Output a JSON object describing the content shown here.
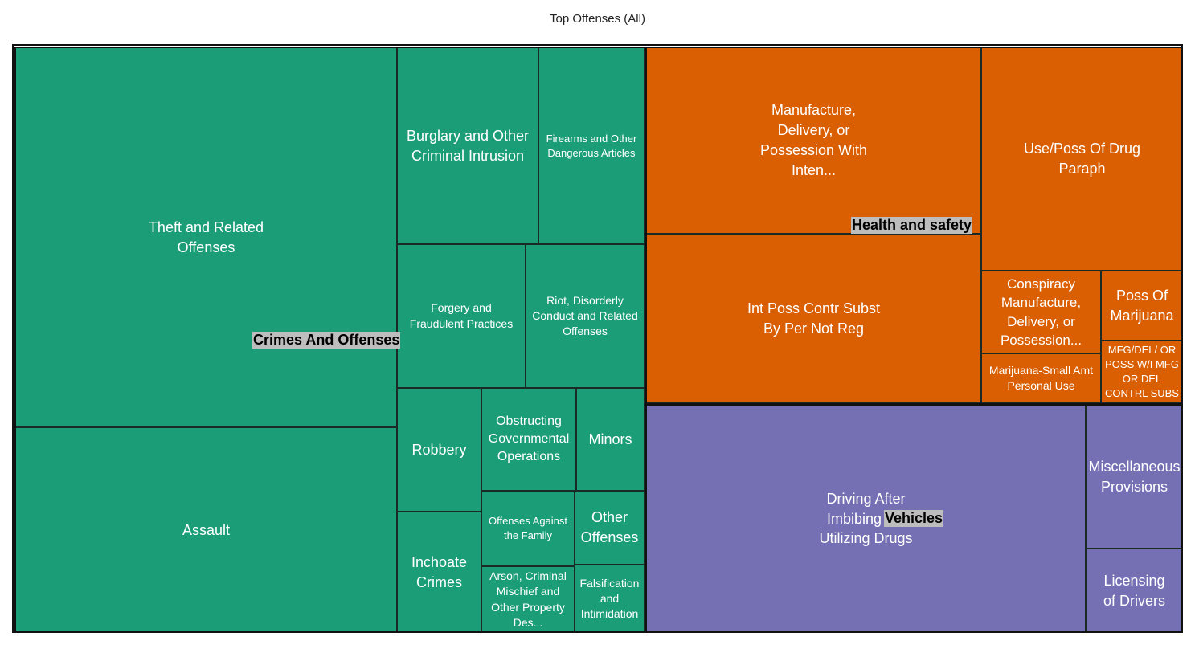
{
  "chart_data": {
    "type": "treemap",
    "title": "Top Offenses (All)",
    "colors": {
      "Crimes And Offenses": "#1b9e77",
      "Health and safety": "#d95f02",
      "Vehicles": "#7570b3"
    },
    "groups": [
      {
        "name": "Crimes And Offenses",
        "value": 49.8,
        "children": [
          {
            "name": "Theft and Related Offenses",
            "value": 15.4
          },
          {
            "name": "Assault",
            "value": 8.3
          },
          {
            "name": "Burglary and Other Criminal Intrusion",
            "value": 3.1
          },
          {
            "name": "Firearms and Other Dangerous Articles",
            "value": 2.3
          },
          {
            "name": "Forgery and Fraudulent Practices",
            "value": 2.0
          },
          {
            "name": "Riot, Disorderly Conduct and Related Offenses",
            "value": 1.9
          },
          {
            "name": "Robbery",
            "value": 1.1
          },
          {
            "name": "Obstructing Governmental Operations",
            "value": 1.0
          },
          {
            "name": "Minors",
            "value": 0.8
          },
          {
            "name": "Inchoate Crimes",
            "value": 1.1
          },
          {
            "name": "Offenses Against the Family",
            "value": 0.8
          },
          {
            "name": "Other Offenses",
            "value": 0.6
          },
          {
            "name": "Arson, Criminal Mischief and Other Property Des...",
            "value": 0.6
          },
          {
            "name": "Falsification and Intimidation",
            "value": 0.6
          }
        ]
      },
      {
        "name": "Health and safety",
        "value": 28.6,
        "children": [
          {
            "name": "Manufacture, Delivery, or Possession With Inten...",
            "value": 6.9
          },
          {
            "name": "Int Poss Contr Subst By Per Not Reg",
            "value": 6.3
          },
          {
            "name": "Use/Poss Of Drug Paraph",
            "value": 4.5
          },
          {
            "name": "Conspiracy Manufacture, Delivery, or Possession...",
            "value": 1.0
          },
          {
            "name": "Poss Of Marijuana",
            "value": 0.7
          },
          {
            "name": "Marijuana-Small Amt Personal Use",
            "value": 0.6
          },
          {
            "name": "MFG/DEL/ OR POSS W/I MFG OR DEL CONTRL SUBS",
            "value": 0.4
          }
        ]
      },
      {
        "name": "Vehicles",
        "value": 21.6,
        "children": [
          {
            "name": "Driving After Imbibing Alcohol Or Utilizing Drugs",
            "value": 11.3
          },
          {
            "name": "Miscellaneous Provisions",
            "value": 1.4
          },
          {
            "name": "Licensing of Drivers",
            "value": 1.1
          }
        ]
      }
    ],
    "labels": {
      "t_theft": [
        "Theft and Related",
        "Offenses"
      ],
      "t_assault": [
        "Assault"
      ],
      "t_burglary": [
        "Burglary and Other",
        "Criminal Intrusion"
      ],
      "t_firearms": [
        "Firearms and Other",
        "Dangerous Articles"
      ],
      "t_forgery": [
        "Forgery and",
        "Fraudulent Practices"
      ],
      "t_riot": [
        "Riot, Disorderly",
        "Conduct and Related",
        "Offenses"
      ],
      "t_robbery": [
        "Robbery"
      ],
      "t_obstruct": [
        "Obstructing",
        "Governmental",
        "Operations"
      ],
      "t_minors": [
        "Minors"
      ],
      "t_inchoate": [
        "Inchoate",
        "Crimes"
      ],
      "t_family": [
        "Offenses Against",
        "the Family"
      ],
      "t_other": [
        "Other",
        "Offenses"
      ],
      "t_arson": [
        "Arson, Criminal",
        "Mischief and",
        "Other Property",
        "Des..."
      ],
      "t_falsif": [
        "Falsification",
        "and",
        "Intimidation"
      ],
      "t_mfg": [
        "Manufacture,",
        "Delivery, or",
        "Possession With",
        "Inten..."
      ],
      "t_intposs": [
        "Int Poss Contr Subst",
        "By Per Not Reg"
      ],
      "t_paraph": [
        "Use/Poss Of Drug",
        "Paraph"
      ],
      "t_consp": [
        "Conspiracy",
        "Manufacture,",
        "Delivery, or",
        "Possession..."
      ],
      "t_possmj": [
        "Poss Of",
        "Marijuana"
      ],
      "t_mjsmall": [
        "Marijuana-Small Amt",
        "Personal Use"
      ],
      "t_mfgdel": [
        "MFG/DEL/ OR",
        "POSS W/I MFG",
        "OR DEL",
        "CONTRL SUBS"
      ],
      "t_dui": [
        "Driving After",
        "Imbibing Alc",
        "Utilizing Drugs"
      ],
      "t_misc": [
        "Miscellaneous",
        "Provisions"
      ],
      "t_lic": [
        "Licensing",
        "of Drivers"
      ]
    }
  }
}
